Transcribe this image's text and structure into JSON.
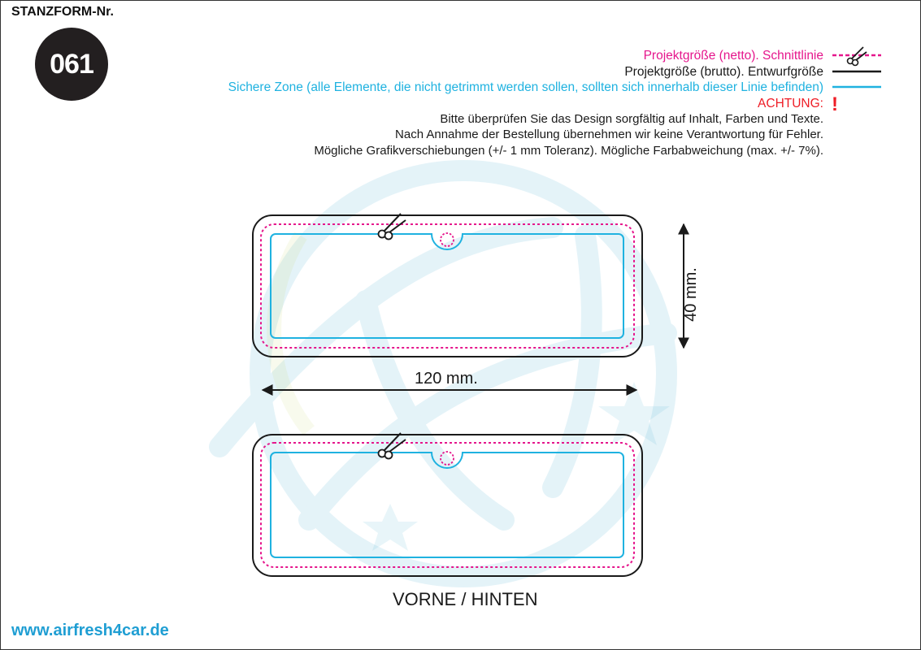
{
  "header": {
    "stanzform_label": "STANZFORM-Nr.",
    "form_number": "061"
  },
  "legend": {
    "netto": "Projektgröße (netto). Schnittlinie",
    "brutto": "Projektgröße (brutto). Entwurfgröße",
    "safe_zone": "Sichere Zone (alle Elemente, die nicht getrimmt werden sollen, sollten sich innerhalb dieser Linie befinden)",
    "warning": "ACHTUNG:",
    "warning_mark": "!"
  },
  "notes": [
    "Bitte überprüfen Sie das Design sorgfältig auf Inhalt, Farben und Texte.",
    "Nach Annahme der Bestellung übernehmen wir keine Verantwortung für Fehler.",
    "Mögliche Grafikverschiebungen (+/- 1 mm Toleranz). Mögliche Farbabweichung (max. +/- 7%)."
  ],
  "dimensions": {
    "width": "120 mm.",
    "height": "40 mm."
  },
  "side_label": "VORNE / HINTEN",
  "footer": {
    "website": "www.airfresh4car.de"
  },
  "colors": {
    "cut_line": "#e5168c",
    "bleed_line": "#1a1a1a",
    "safe_zone": "#1fb2e0",
    "warning": "#ee1c25",
    "website": "#1f9ed3",
    "badge": "#231f20"
  },
  "icons": {
    "cut": "scissors-icon",
    "warning": "exclamation-icon"
  }
}
